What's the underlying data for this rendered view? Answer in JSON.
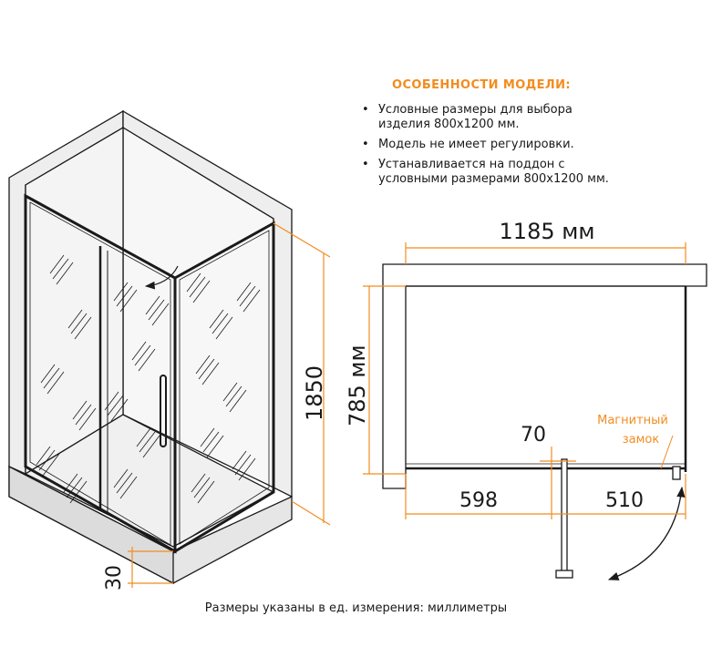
{
  "features": {
    "title": "ОСОБЕННОСТИ МОДЕЛИ:",
    "items": [
      "Условные размеры для выбора\nизделия 800x1200 мм.",
      "Модель не имеет регулировки.",
      "Устанавливается на поддон с\nусловными размерами 800x1200 мм."
    ]
  },
  "dimensions": {
    "width_total": "1185 мм",
    "depth": "785 мм",
    "height": "1850",
    "tray_height": "30",
    "gap": "70",
    "left_segment": "598",
    "right_segment": "510",
    "magnet_label_line1": "Магнитный",
    "magnet_label_line2": "замок"
  },
  "colors": {
    "accent": "#f28c1e",
    "line": "#1a1a1a",
    "wall": "#e9e9e9"
  },
  "footnote": "Размеры указаны в ед. измерения: миллиметры"
}
